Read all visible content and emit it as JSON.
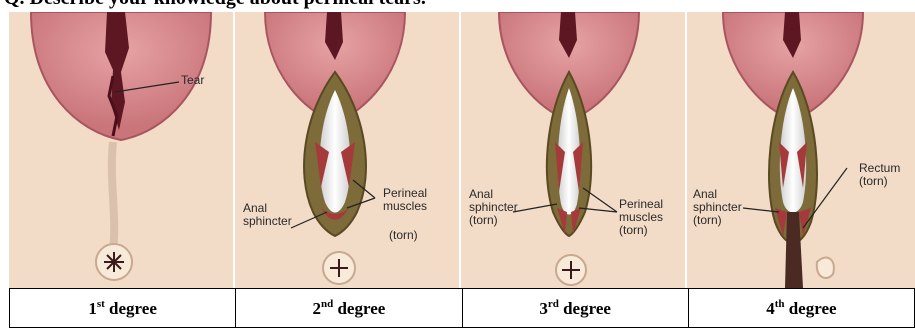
{
  "heading": "Q. Describe your knowledge about perineal tears.",
  "panels": [
    {
      "labels": {
        "tear": "Tear"
      }
    },
    {
      "labels": {
        "anal_sphincter": "Anal\nsphincter",
        "perineal_muscles": "Perineal\nmuscles",
        "torn": "(torn)"
      }
    },
    {
      "labels": {
        "anal_sphincter": "Anal\nsphincter\n(torn)",
        "perineal_muscles": "Perineal\nmuscles\n(torn)"
      }
    },
    {
      "labels": {
        "anal_sphincter": "Anal\nsphincter\n(torn)",
        "rectum": "Rectum\n(torn)"
      }
    }
  ],
  "captions": [
    {
      "num": "1",
      "sup": "st",
      "word": " degree"
    },
    {
      "num": "2",
      "sup": "nd",
      "word": " degree"
    },
    {
      "num": "3",
      "sup": "rd",
      "word": " degree"
    },
    {
      "num": "4",
      "sup": "th",
      "word": " degree"
    }
  ],
  "colors": {
    "skin": "#f0d7c2",
    "mucosa": "#d98a8d",
    "muscle": "#a43b3a",
    "fascia": "#7d6b3a",
    "tear": "#6a1c26"
  }
}
